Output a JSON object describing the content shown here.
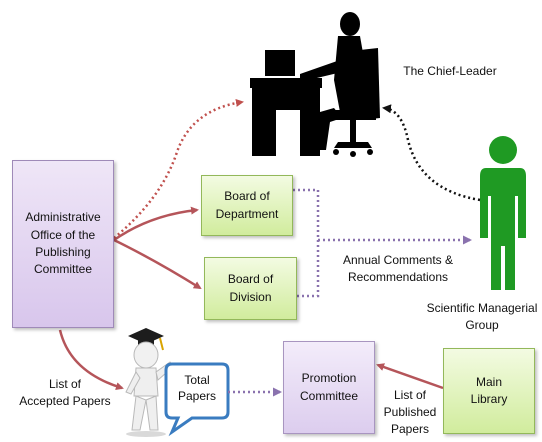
{
  "diagram": {
    "nodes": {
      "admin": "Administrative\nOffice of the\nPublishing\nCommittee",
      "board_department": "Board of\nDepartment",
      "board_division": "Board of\nDivision",
      "promotion": "Promotion\nCommittee",
      "main_library": "Main\nLibrary",
      "total_papers": "Total\nPapers"
    },
    "labels": {
      "chief_leader": "The Chief-Leader",
      "annual_comments": "Annual Comments  &\nRecommendations",
      "scientific_group": "Scientific Managerial\nGroup",
      "accepted_papers": "List of\nAccepted Papers",
      "published_papers": "List of\nPublished\nPapers"
    },
    "icons": [
      "chief-leader-desk-silhouette-icon",
      "green-person-icon",
      "graduate-figure-icon",
      "speech-callout-icon"
    ],
    "colors": {
      "solid_arrow": "#b5555a",
      "dotted_red": "#c0504d",
      "dotted_purple": "#8a72ae",
      "dotted_black": "#111111",
      "green_person": "#1f9a23",
      "callout_border": "#3a7cc0"
    }
  }
}
